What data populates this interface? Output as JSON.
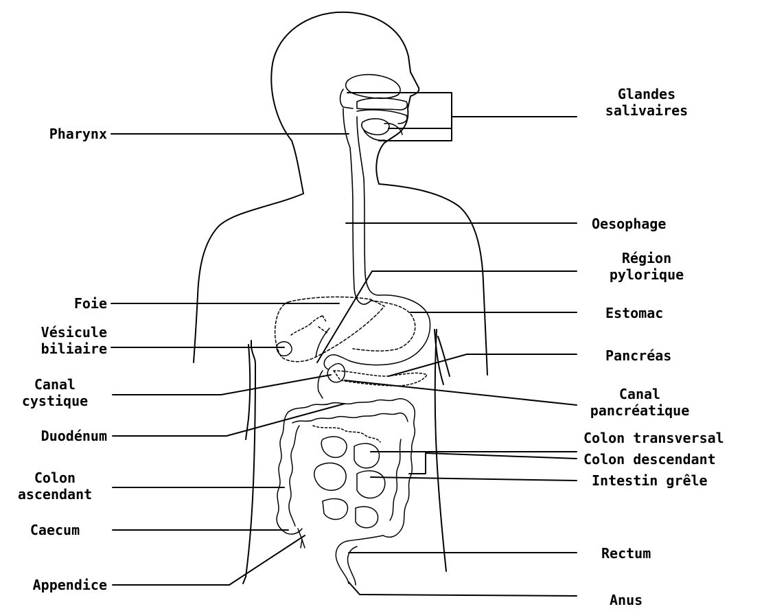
{
  "diagram": {
    "labels": {
      "glandes_salivaires": [
        "Glandes",
        "salivaires"
      ],
      "pharynx": [
        "Pharynx"
      ],
      "oesophage": [
        "Oesophage"
      ],
      "region_pylorique": [
        "Région",
        "pylorique"
      ],
      "foie": [
        "Foie"
      ],
      "estomac": [
        "Estomac"
      ],
      "vesicule_biliaire": [
        "Vésicule",
        "biliaire"
      ],
      "pancreas": [
        "Pancréas"
      ],
      "canal_cystique": [
        "Canal",
        "cystique"
      ],
      "canal_pancreatique": [
        "Canal",
        "pancréatique"
      ],
      "duodenum": [
        "Duodénum"
      ],
      "colon_transversal": [
        "Colon transversal"
      ],
      "colon_descendant": [
        "Colon descendant"
      ],
      "colon_ascendant": [
        "Colon",
        "ascendant"
      ],
      "intestin_grele": [
        "Intestin grêle"
      ],
      "caecum": [
        "Caecum"
      ],
      "rectum": [
        "Rectum"
      ],
      "appendice": [
        "Appendice"
      ],
      "anus": [
        "Anus"
      ]
    }
  }
}
